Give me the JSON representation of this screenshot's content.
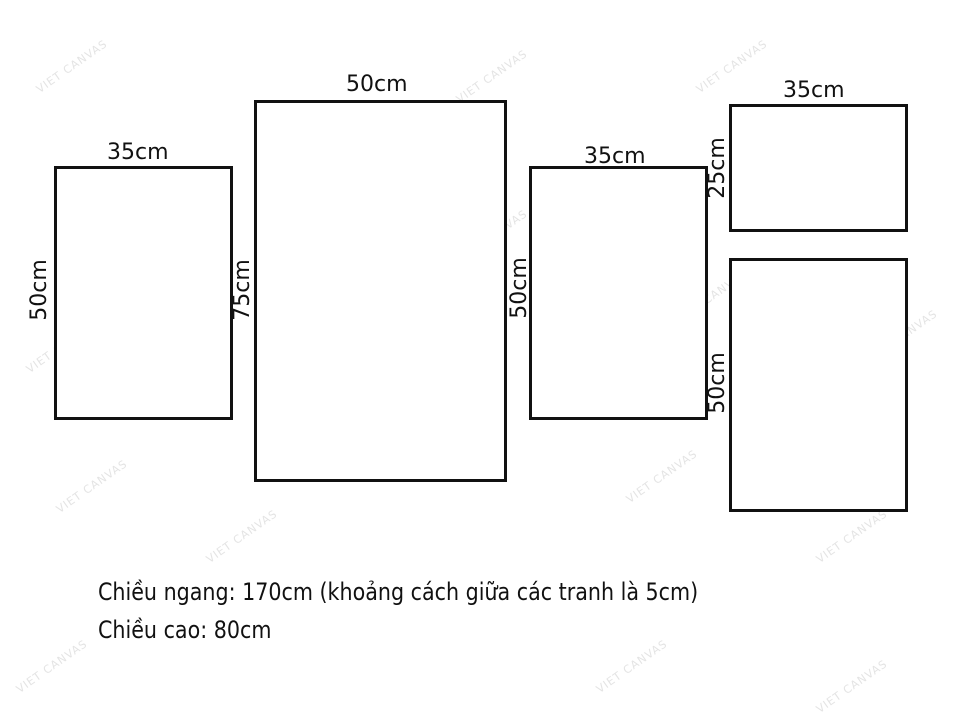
{
  "watermark": "VIET CANVAS",
  "panels": [
    {
      "width_label": "35cm",
      "height_label": "50cm"
    },
    {
      "width_label": "50cm",
      "height_label": "75cm"
    },
    {
      "width_label": "35cm",
      "height_label": "50cm"
    },
    {
      "width_label": "35cm",
      "height_label": "25cm"
    },
    {
      "height_label": "50cm"
    }
  ],
  "notes": {
    "width": "Chiều ngang: 170cm (khoảng cách giữa các tranh là 5cm)",
    "height": "Chiều cao: 80cm"
  }
}
